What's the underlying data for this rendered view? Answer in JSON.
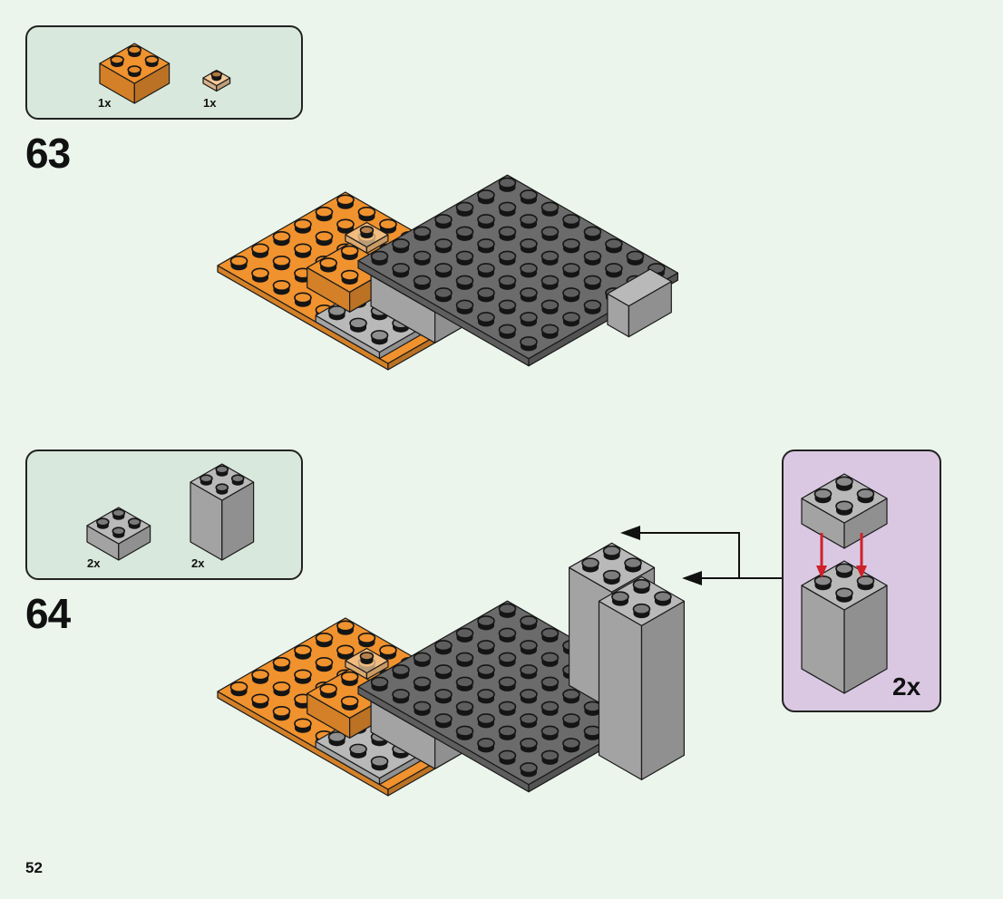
{
  "page": {
    "page_number": "52",
    "background": "#ebf5ec"
  },
  "colors": {
    "orange": "#f0922e",
    "orange_dark": "#c97216",
    "dark_gray": "#6b6b6b",
    "dark_gray_side": "#555555",
    "light_gray": "#b9b9b9",
    "light_gray_side": "#9d9d9d",
    "trans_orange": "#f3c99a",
    "arrow_red": "#d0202a",
    "parts_box_bg": "#d9e8dc",
    "sub_box_bg": "#dac8e3"
  },
  "steps": [
    {
      "number": "63",
      "parts": [
        {
          "name": "orange-2x2-brick",
          "color": "orange",
          "quantity": "1x"
        },
        {
          "name": "trans-orange-1x1-plate",
          "color": "trans_orange",
          "quantity": "1x"
        }
      ]
    },
    {
      "number": "64",
      "parts": [
        {
          "name": "light-gray-2x2-brick",
          "color": "light_gray",
          "quantity": "2x"
        },
        {
          "name": "light-gray-2x2x3-brick",
          "color": "light_gray",
          "quantity": "2x"
        }
      ],
      "sub_assembly": {
        "quantity": "2x",
        "description": "Stack 2x2 brick onto 2x2x3 brick"
      }
    }
  ]
}
